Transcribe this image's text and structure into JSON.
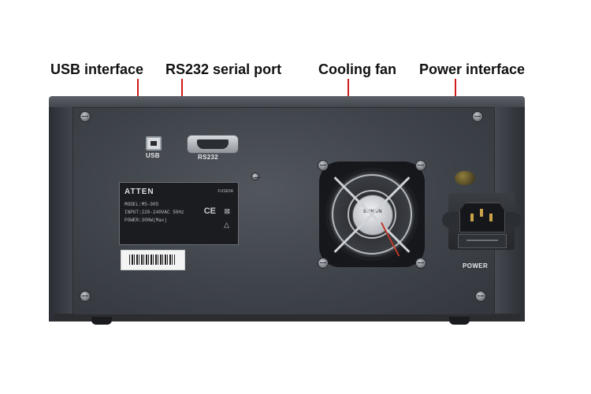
{
  "callouts": {
    "usb": "USB interface",
    "rs232": "RS232 serial port",
    "fan": "Cooling fan",
    "power": "Power interface"
  },
  "panel_labels": {
    "usb": "USB",
    "rs232": "RS232",
    "power": "POWER"
  },
  "rating_plate": {
    "brand": "ATTEN",
    "fuse": "FUSE5A",
    "model": "MODEL:MS-905",
    "input": "INPUT:220-240VAC 50Hz",
    "power": "POWER:300W(Max)",
    "ce_mark": "CE",
    "bin_mark": "⊠",
    "warning_mark": "△"
  },
  "fan_hub_text": "SUNON",
  "colors": {
    "leader_line": "#d11a1a",
    "panel": "#42464c"
  }
}
